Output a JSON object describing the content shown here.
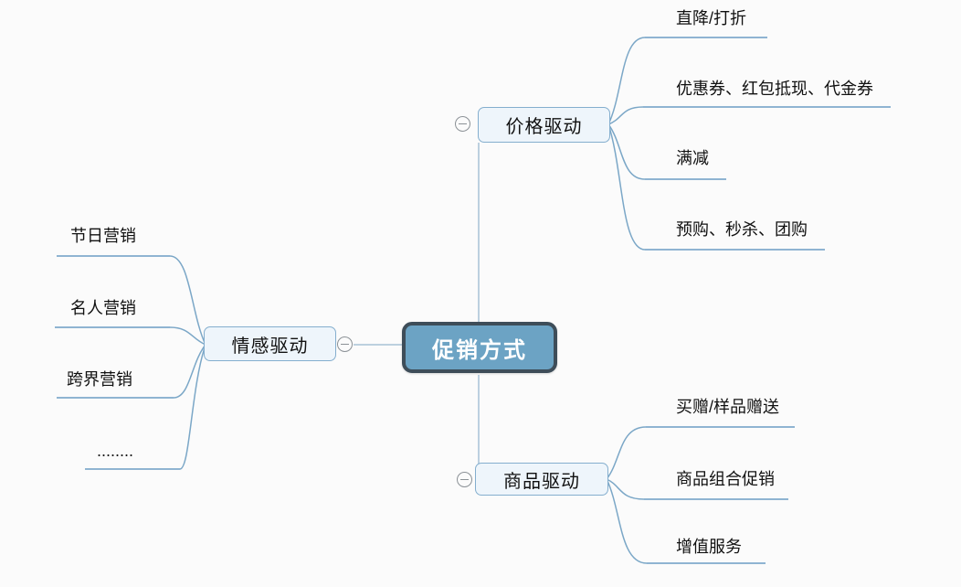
{
  "root": {
    "label": "促销方式"
  },
  "branches": [
    {
      "label": "价格驱动",
      "children": [
        "直降/打折",
        "优惠券、红包抵现、代金券",
        "满减",
        "预购、秒杀、团购"
      ]
    },
    {
      "label": "情感驱动",
      "children": [
        "节日营销",
        "名人营销",
        "跨界营销",
        "........"
      ]
    },
    {
      "label": "商品驱动",
      "children": [
        "买赠/样品赠送",
        "商品组合促销",
        "增值服务"
      ]
    }
  ],
  "icons": {
    "collapse": "minus-circle"
  },
  "colors": {
    "background": "#FBFBFB",
    "root_fill": "#6CA3C4",
    "root_border": "#3E4D59",
    "root_text": "#FFFFFF",
    "branch_fill": "#EEF5FB",
    "branch_border": "#84AECE",
    "connector_curve": "#7BA7C7",
    "connector_trunk": "#A7C1D6",
    "leaf_underline": "#8FB4D2",
    "collapse_icon": "#8B9196",
    "text": "#111111"
  }
}
